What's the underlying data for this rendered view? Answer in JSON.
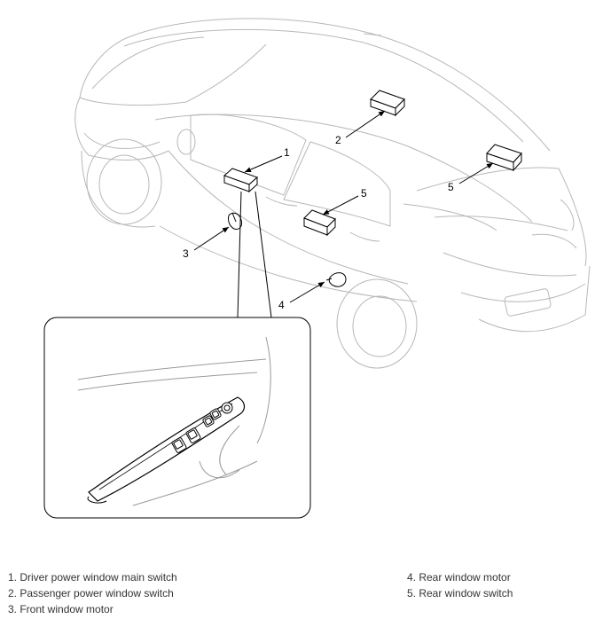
{
  "callouts": {
    "c1": "1",
    "c2": "2",
    "c3": "3",
    "c4": "4",
    "c5a": "5",
    "c5b": "5"
  },
  "legend": {
    "left": [
      "1. Driver power window main switch",
      "2. Passenger power window switch",
      "3. Front window motor"
    ],
    "right": [
      "4. Rear window motor",
      "5. Rear window switch"
    ]
  }
}
